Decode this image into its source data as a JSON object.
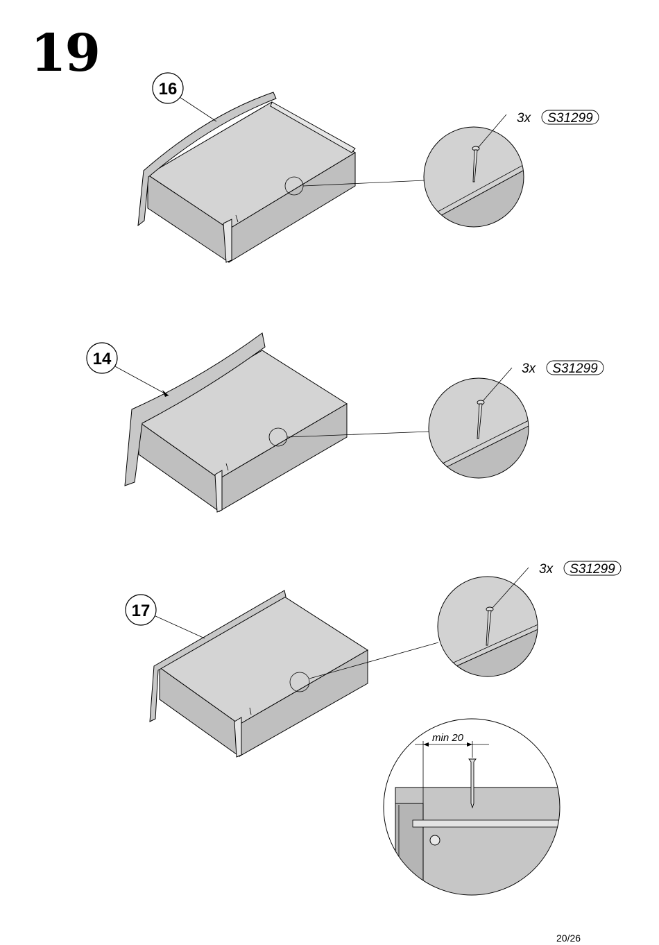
{
  "step": "19",
  "page": "20/26",
  "colors": {
    "line": "#000000",
    "surface": "#d4d4d4",
    "face": "#bfbfbf"
  },
  "assemblies": [
    {
      "part_label": "16",
      "quantity": "3x",
      "fastener_code": "S31299",
      "fastener_icon": "nail-icon"
    },
    {
      "part_label": "14",
      "quantity": "3x",
      "fastener_code": "S31299",
      "fastener_icon": "nail-icon"
    },
    {
      "part_label": "17",
      "quantity": "3x",
      "fastener_code": "S31299",
      "fastener_icon": "nail-icon"
    }
  ],
  "edge_detail": {
    "dimension_label": "min 20"
  }
}
